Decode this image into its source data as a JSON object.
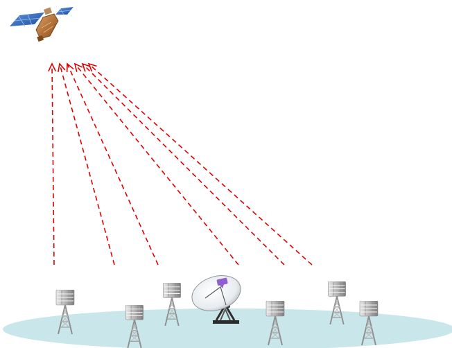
{
  "diagram": {
    "nodes": [
      {
        "id": "satellite",
        "kind": "satellite-icon"
      },
      {
        "id": "ground-station",
        "kind": "satellite-dish-icon"
      },
      {
        "id": "tower-1",
        "kind": "cell-tower-icon"
      },
      {
        "id": "tower-2",
        "kind": "cell-tower-icon"
      },
      {
        "id": "tower-3",
        "kind": "cell-tower-icon"
      },
      {
        "id": "tower-4",
        "kind": "cell-tower-icon"
      },
      {
        "id": "tower-5",
        "kind": "cell-tower-icon"
      },
      {
        "id": "tower-6",
        "kind": "cell-tower-icon"
      }
    ],
    "links": {
      "count": 6,
      "style": "dashed",
      "arrowhead": "at-satellite"
    },
    "colors": {
      "link": "#e00000",
      "ground": "#c9e6ea",
      "satellite_panel": "#2a63b5",
      "satellite_body": "#b8692a",
      "dish_logo": "#8f5fd0",
      "tower": "#9a9a9a"
    }
  }
}
